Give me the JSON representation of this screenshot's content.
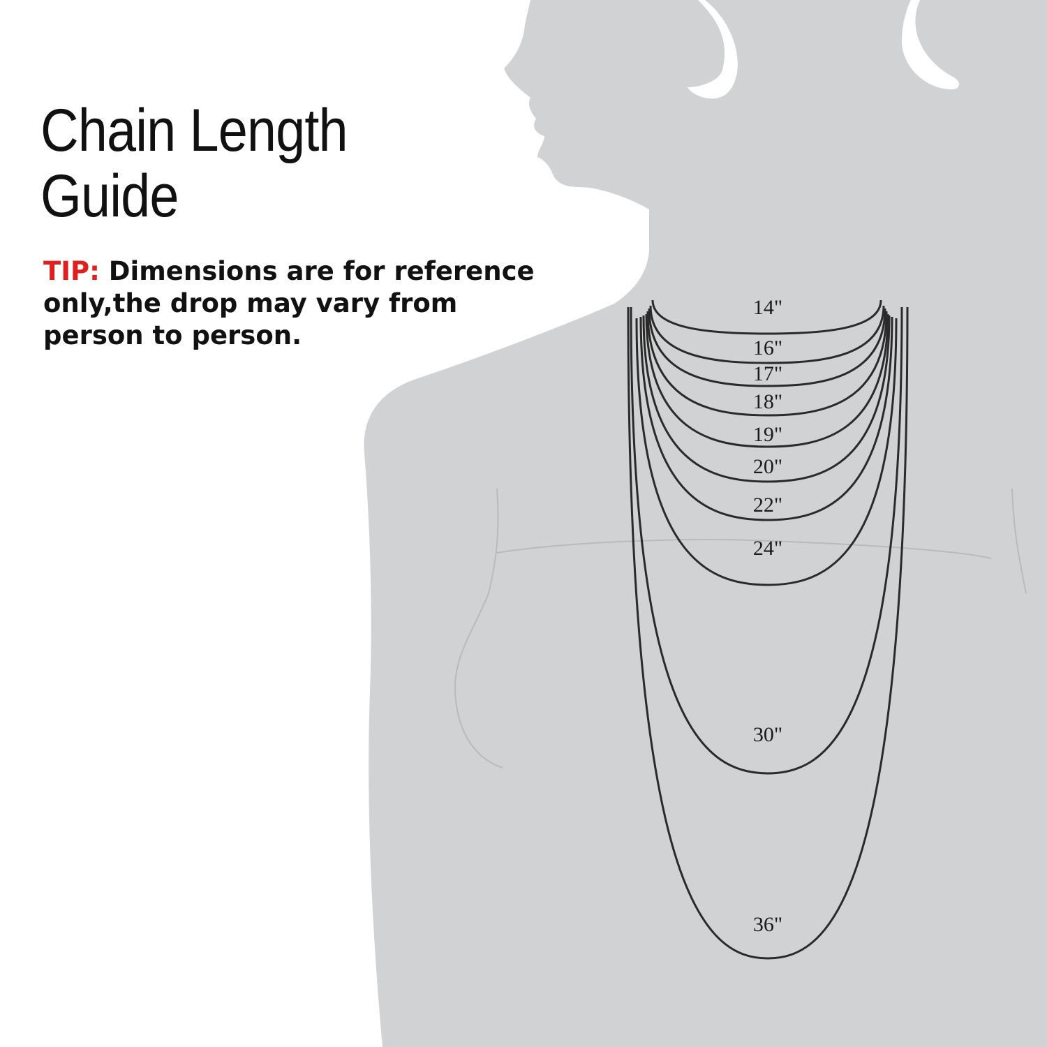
{
  "title_line1": "Chain Length",
  "title_line2": "Guide",
  "tip": {
    "label": "TIP:",
    "text": " Dimensions are for reference only,the drop may vary from person to person."
  },
  "colors": {
    "silhouette": "#d1d2d4",
    "chain": "#2a2a2a",
    "tip_label": "#e0201e",
    "text": "#111111"
  },
  "chains": [
    {
      "label": "14\"",
      "length": 14
    },
    {
      "label": "16\"",
      "length": 16
    },
    {
      "label": "17\"",
      "length": 17
    },
    {
      "label": "18\"",
      "length": 18
    },
    {
      "label": "19\"",
      "length": 19
    },
    {
      "label": "20\"",
      "length": 20
    },
    {
      "label": "22\"",
      "length": 22
    },
    {
      "label": "24\"",
      "length": 24
    },
    {
      "label": "30\"",
      "length": 30
    },
    {
      "label": "36\"",
      "length": 36
    }
  ]
}
